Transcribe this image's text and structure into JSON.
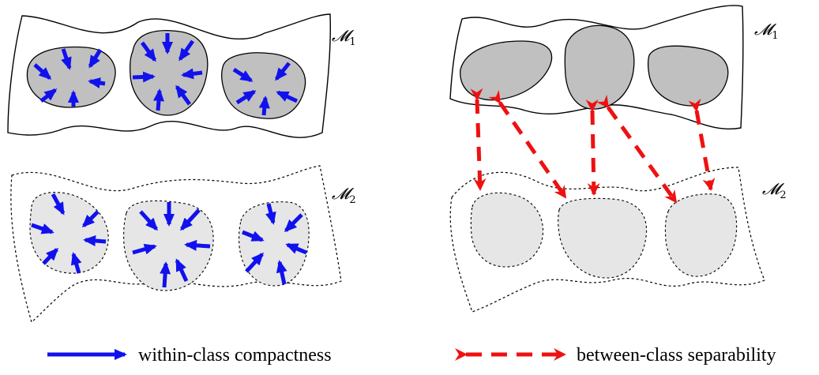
{
  "left_panel": {
    "m1_label": "𝓜",
    "m1_sub": "1",
    "m2_label": "𝓜",
    "m2_sub": "2"
  },
  "right_panel": {
    "m1_label": "𝓜",
    "m1_sub": "1",
    "m2_label": "𝓜",
    "m2_sub": "2"
  },
  "legend": {
    "within": "within-class compactness",
    "between": "between-class separability"
  },
  "colors": {
    "compactness_arrow": "#1111ee",
    "separability_arrow": "#ee1111",
    "dark_region": "#c0c0c0",
    "light_region": "#e6e6e6"
  }
}
